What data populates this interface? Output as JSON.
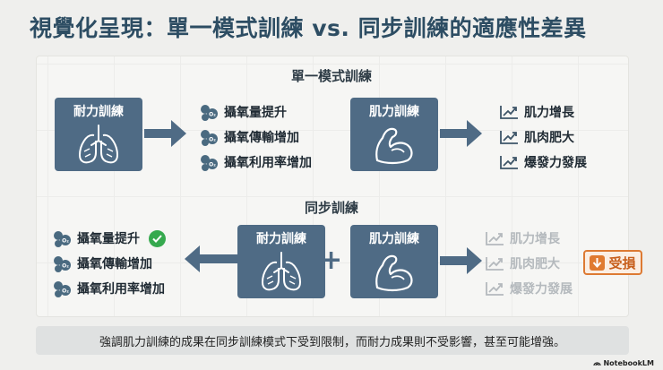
{
  "title": "視覺化呈現：單一模式訓練 vs. 同步訓練的適應性差異",
  "single": {
    "label": "單一模式訓練",
    "endurance_box": "耐力訓練",
    "strength_box": "肌力訓練",
    "endurance_items": [
      "攝氧量提升",
      "攝氧傳輸增加",
      "攝氧利用率增加"
    ],
    "strength_items": [
      "肌力增長",
      "肌肉肥大",
      "爆發力發展"
    ]
  },
  "concurrent": {
    "label": "同步訓練",
    "endurance_box": "耐力訓練",
    "strength_box": "肌力訓練",
    "plus": "+",
    "endurance_items": [
      "攝氧量提升",
      "攝氧傳輸增加",
      "攝氧利用率增加"
    ],
    "strength_items": [
      "肌力增長",
      "肌肉肥大",
      "爆發力發展"
    ],
    "impaired_badge": "受損"
  },
  "footer": "強調肌力訓練的成果在同步訓練模式下受到限制，而耐力成果則不受影響，甚至可能增強。",
  "brand": "NotebookLM",
  "icons": {
    "lungs": "lungs-icon",
    "arm": "flexed-arm-icon",
    "oxygen": "oxygen-molecule-icon",
    "trend": "trend-up-icon",
    "check": "check-circle-icon",
    "down": "down-arrow-icon"
  },
  "colors": {
    "box": "#4f6b85",
    "title": "#2d4d63",
    "check": "#36a94e",
    "impaired": "#dd7a33",
    "faded": "#b4b9bd"
  }
}
